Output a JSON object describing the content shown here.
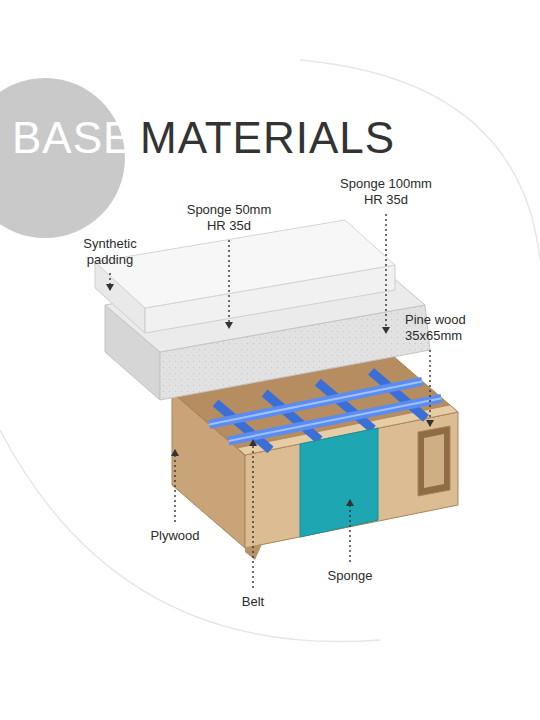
{
  "diagram": {
    "labels": [
      "BASE",
      "MATERIALS",
      "Synthetic padding",
      "Sponge 50mm HR 35d",
      "Sponge 100mm HR 35d",
      "Pine wood 35x65mm",
      "Plywood",
      "Belt",
      "Sponge"
    ]
  }
}
